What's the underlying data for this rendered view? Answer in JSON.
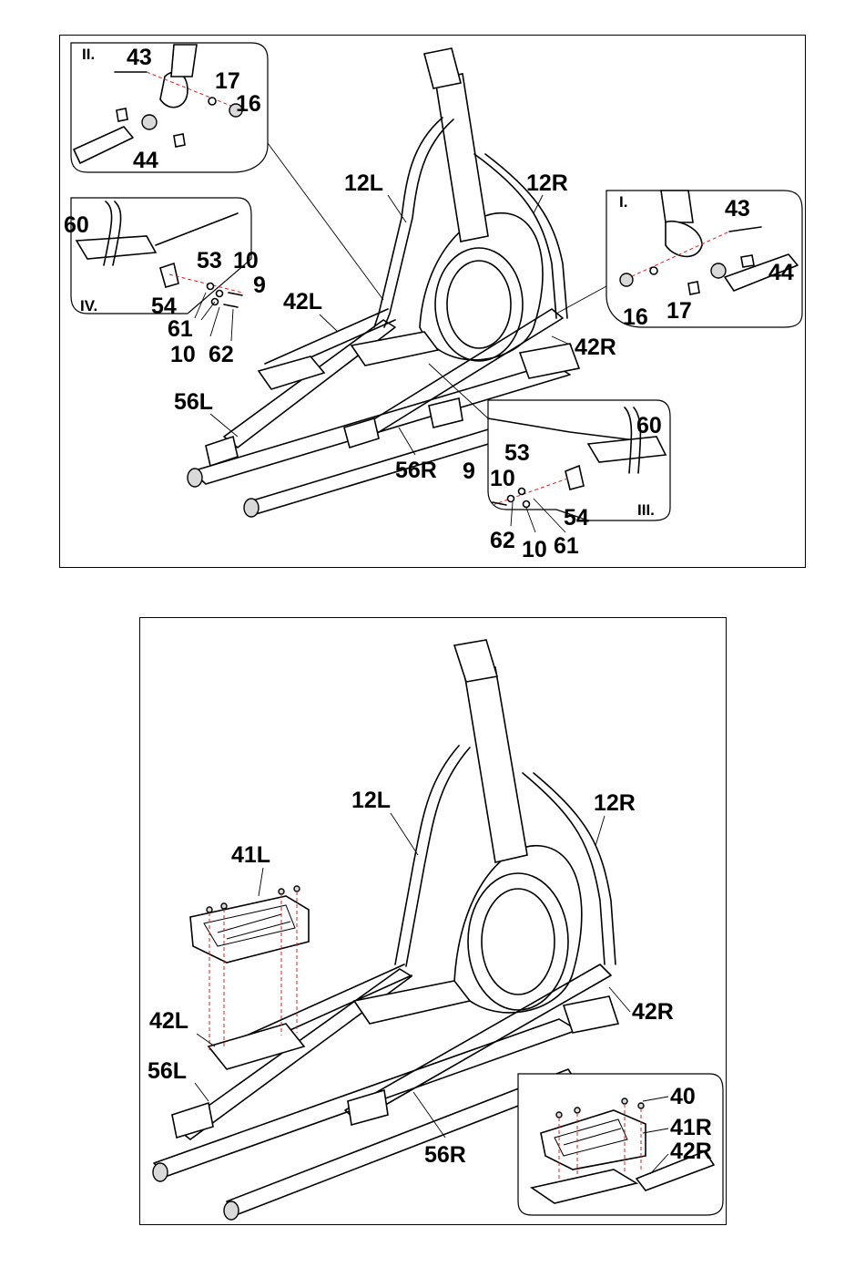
{
  "top_panel": {
    "detail_II": {
      "roman": "II.",
      "labels": [
        "43",
        "17",
        "16",
        "44"
      ]
    },
    "detail_I": {
      "roman": "I.",
      "labels": [
        "43",
        "44",
        "16",
        "17"
      ]
    },
    "detail_IV": {
      "roman": "IV.",
      "labels": [
        "60",
        "53",
        "10",
        "9",
        "54",
        "61",
        "10",
        "62"
      ]
    },
    "detail_III": {
      "roman": "III.",
      "labels": [
        "60",
        "53",
        "9",
        "10",
        "54",
        "62",
        "10",
        "61"
      ]
    },
    "main_labels": [
      "12L",
      "12R",
      "42L",
      "42R",
      "56L",
      "56R"
    ]
  },
  "bottom_panel": {
    "main_labels": [
      "12L",
      "12R",
      "41L",
      "42L",
      "56L",
      "42R",
      "56R"
    ],
    "detail": {
      "labels": [
        "40",
        "41R",
        "42R"
      ]
    }
  },
  "colors": {
    "line": "#000000",
    "hidden_line": "#d22222",
    "shade": "#d9d9d9"
  }
}
